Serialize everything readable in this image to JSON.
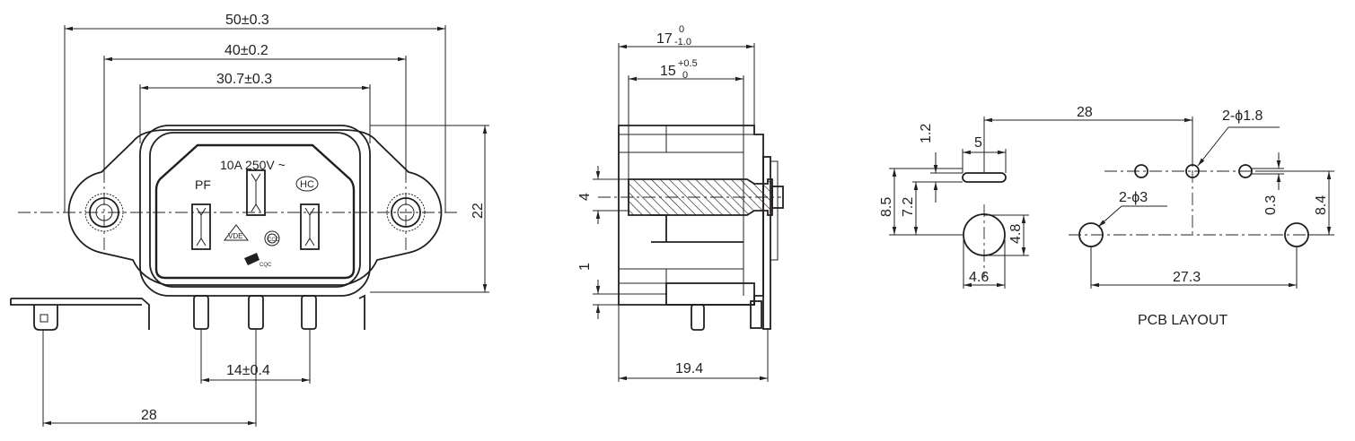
{
  "front_view": {
    "dim_overall": "50±0.3",
    "dim_mount_holes": "40±0.2",
    "dim_body_width": "30.7±0.3",
    "dim_height": "22",
    "dim_pin_span": "14±0.4",
    "dim_tab_offset": "28",
    "rating": "10A 250V ~",
    "mark_pf": "PF",
    "mark_hc": "HC",
    "mark_vde": "VDE",
    "mark_ccc": "CCC",
    "mark_cqc": "CQC"
  },
  "side_view": {
    "dim_depth_main": "17",
    "dim_depth_main_upper_tol": "0",
    "dim_depth_main_lower_tol": "-1.0",
    "dim_depth_inner": "15",
    "dim_depth_inner_upper_tol": "+0.5",
    "dim_depth_inner_lower_tol": "0",
    "dim_pin_offset": "4",
    "dim_base_gap": "1",
    "dim_total_depth": "19.4"
  },
  "pcb_layout": {
    "title": "PCB LAYOUT",
    "dim_slot_spacing": "28",
    "dim_small_holes": "2-ϕ1.8",
    "dim_slot_height": "1.2",
    "dim_slot_width": "5",
    "dim_height_large": "8.5",
    "dim_height_small": "7.2",
    "dim_large_holes": "2-ϕ3",
    "dim_pad_height": "4.8",
    "dim_pad_width": "4.6",
    "dim_hole_spacing": "27.3",
    "dim_offset": "0.3",
    "dim_right_height": "8.4"
  }
}
